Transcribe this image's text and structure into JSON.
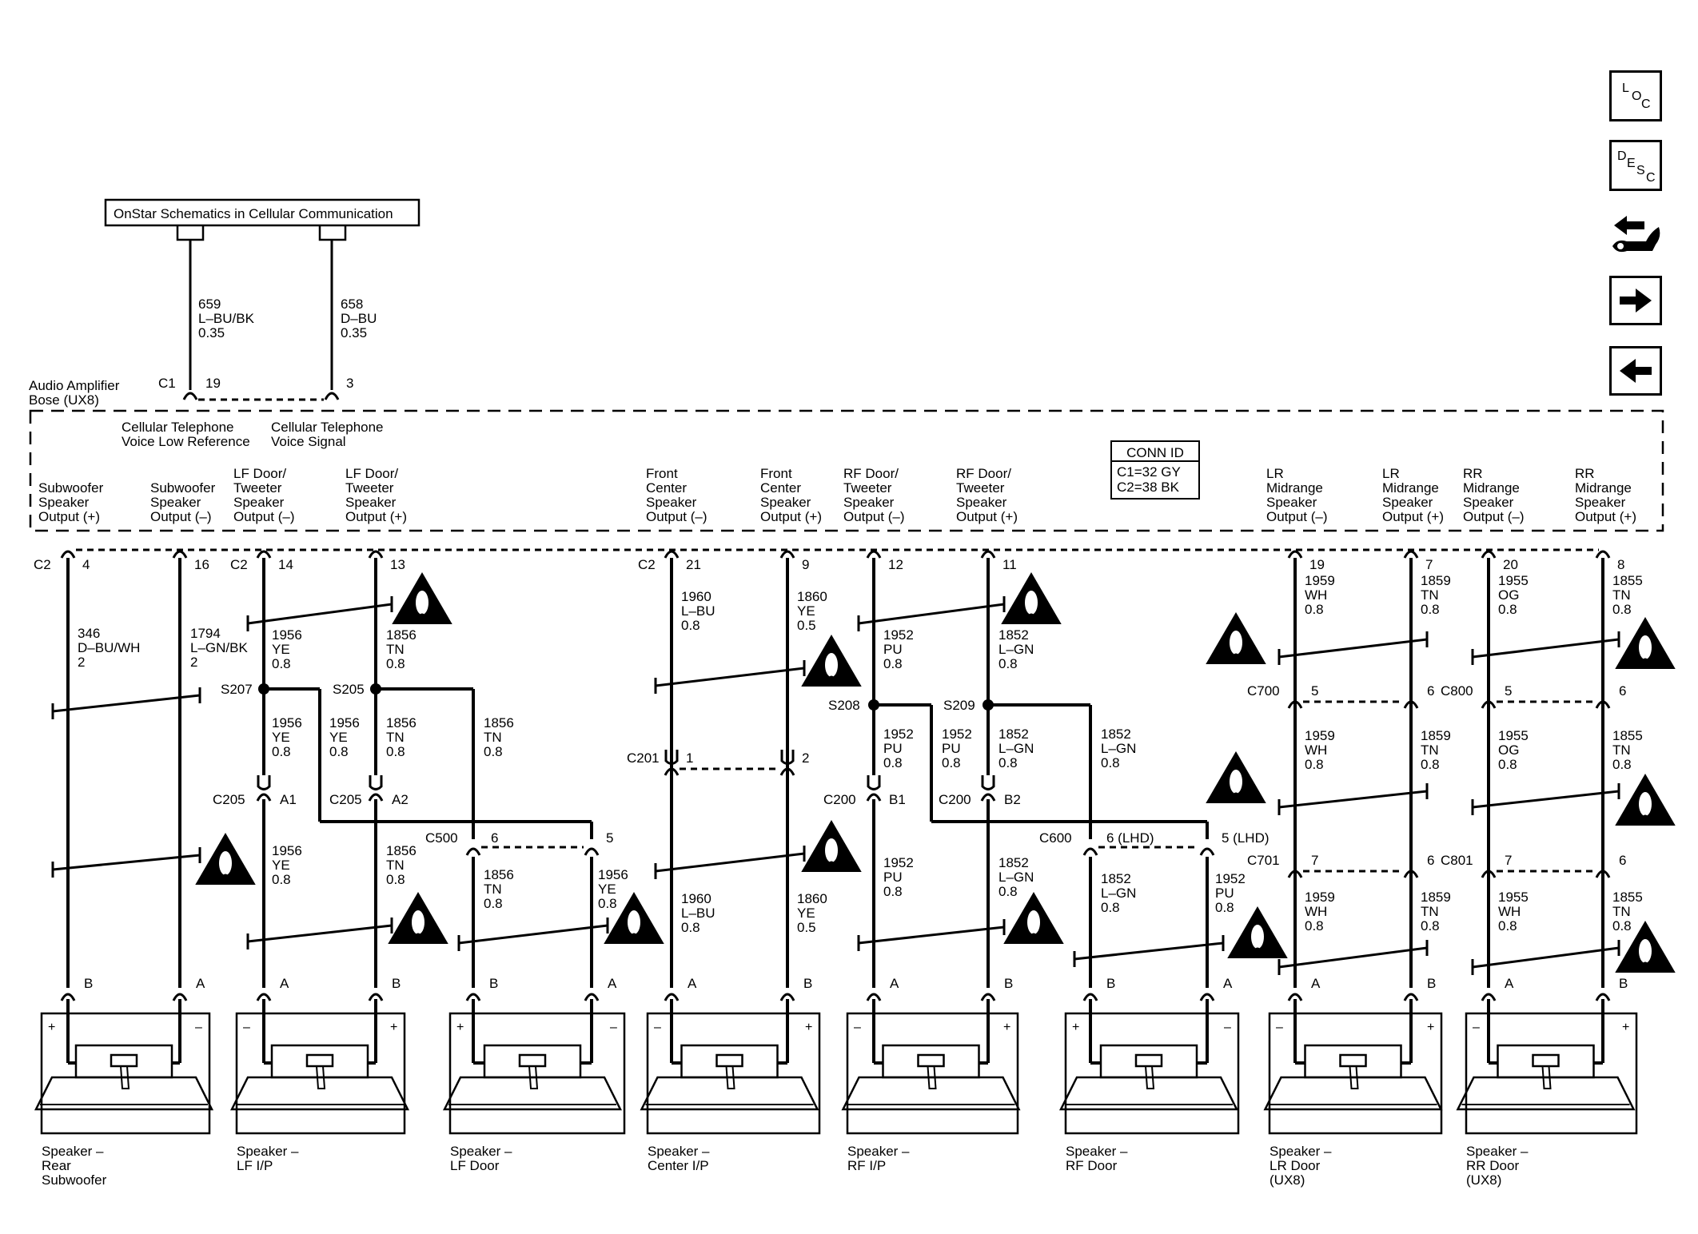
{
  "onstar_box": "OnStar Schematics in Cellular Communication",
  "amp": {
    "label_lines": [
      "Audio Amplifier",
      "Bose (UX8)"
    ],
    "c1": "C1",
    "c2": "C2",
    "conn_id": {
      "title": "CONN ID",
      "lines": [
        "C1=32 GY",
        "C2=38 BK"
      ]
    }
  },
  "top_circuits": [
    {
      "pin": "19",
      "lines": [
        "659",
        "L–BU/BK",
        "0.35"
      ],
      "func": [
        "Cellular Telephone",
        "Voice Low Reference"
      ]
    },
    {
      "pin": "3",
      "lines": [
        "658",
        "D–BU",
        "0.35"
      ],
      "func": [
        "Cellular Telephone",
        "Voice Signal"
      ]
    }
  ],
  "outputs": [
    {
      "label": [
        "Subwoofer",
        "Speaker",
        "Output (+)"
      ],
      "pin": "4"
    },
    {
      "label": [
        "Subwoofer",
        "Speaker",
        "Output (–)"
      ],
      "pin": "16"
    },
    {
      "label": [
        "LF Door/",
        "Tweeter",
        "Speaker",
        "Output (–)"
      ],
      "pin": "14"
    },
    {
      "label": [
        "LF Door/",
        "Tweeter",
        "Speaker",
        "Output (+)"
      ],
      "pin": "13"
    },
    {
      "label": [
        "Front",
        "Center",
        "Speaker",
        "Output (–)"
      ],
      "pin": "21"
    },
    {
      "label": [
        "Front",
        "Center",
        "Speaker",
        "Output (+)"
      ],
      "pin": "9"
    },
    {
      "label": [
        "RF Door/",
        "Tweeter",
        "Speaker",
        "Output (–)"
      ],
      "pin": "12"
    },
    {
      "label": [
        "RF Door/",
        "Tweeter",
        "Speaker",
        "Output (+)"
      ],
      "pin": "11"
    },
    {
      "label": [
        "LR",
        "Midrange",
        "Speaker",
        "Output (–)"
      ],
      "pin": "19"
    },
    {
      "label": [
        "LR",
        "Midrange",
        "Speaker",
        "Output (+)"
      ],
      "pin": "7"
    },
    {
      "label": [
        "RR",
        "Midrange",
        "Speaker",
        "Output (–)"
      ],
      "pin": "20"
    },
    {
      "label": [
        "RR",
        "Midrange",
        "Speaker",
        "Output (+)"
      ],
      "pin": "8"
    }
  ],
  "wire_labels": {
    "w346": [
      "346",
      "D–BU/WH",
      "2"
    ],
    "w1794": [
      "1794",
      "L–GN/BK",
      "2"
    ],
    "w1956": [
      "1956",
      "YE",
      "0.8"
    ],
    "w1856": [
      "1856",
      "TN",
      "0.8"
    ],
    "w1960": [
      "1960",
      "L–BU",
      "0.8"
    ],
    "w1860": [
      "1860",
      "YE",
      "0.5"
    ],
    "w1952": [
      "1952",
      "PU",
      "0.8"
    ],
    "w1852": [
      "1852",
      "L–GN",
      "0.8"
    ],
    "w1959": [
      "1959",
      "WH",
      "0.8"
    ],
    "w1859": [
      "1859",
      "TN",
      "0.8"
    ],
    "w1955og": [
      "1955",
      "OG",
      "0.8"
    ],
    "w1955wh": [
      "1955",
      "WH",
      "0.8"
    ],
    "w1855": [
      "1855",
      "TN",
      "0.8"
    ]
  },
  "splices": [
    "S207",
    "S205",
    "S208",
    "S209"
  ],
  "connectors": {
    "C205": "C205",
    "A1": "A1",
    "A2": "A2",
    "C500": "C500",
    "c500_p1": "6",
    "c500_p2": "5",
    "C201": "C201",
    "c201_p1": "1",
    "c201_p2": "2",
    "C200": "C200",
    "B1": "B1",
    "B2": "B2",
    "C600": "C600",
    "c600_p1": "6 (LHD)",
    "c600_p2": "5 (LHD)",
    "C700": "C700",
    "c700_p1": "5",
    "c700_p2": "6",
    "C701": "C701",
    "c701_p1": "7",
    "c701_p2": "6",
    "C800": "C800",
    "c800_p1": "5",
    "c800_p2": "6",
    "C801": "C801",
    "c801_p1": "7",
    "c801_p2": "6"
  },
  "speakers": [
    {
      "name": [
        "Speaker –",
        "Rear",
        "Subwoofer"
      ],
      "pins": [
        "B",
        "A"
      ],
      "pol": [
        "+",
        "–"
      ]
    },
    {
      "name": [
        "Speaker –",
        "LF I/P"
      ],
      "pins": [
        "A",
        "B"
      ],
      "pol": [
        "–",
        "+"
      ]
    },
    {
      "name": [
        "Speaker –",
        "LF Door"
      ],
      "pins": [
        "B",
        "A"
      ],
      "pol": [
        "+",
        "–"
      ]
    },
    {
      "name": [
        "Speaker –",
        "Center I/P"
      ],
      "pins": [
        "A",
        "B"
      ],
      "pol": [
        "–",
        "+"
      ]
    },
    {
      "name": [
        "Speaker –",
        "RF I/P"
      ],
      "pins": [
        "A",
        "B"
      ],
      "pol": [
        "–",
        "+"
      ]
    },
    {
      "name": [
        "Speaker –",
        "RF Door"
      ],
      "pins": [
        "B",
        "A"
      ],
      "pol": [
        "+",
        "–"
      ]
    },
    {
      "name": [
        "Speaker –",
        "LR Door",
        "(UX8)"
      ],
      "pins": [
        "A",
        "B"
      ],
      "pol": [
        "–",
        "+"
      ]
    },
    {
      "name": [
        "Speaker –",
        "RR Door",
        "(UX8)"
      ],
      "pins": [
        "A",
        "B"
      ],
      "pol": [
        "–",
        "+"
      ]
    }
  ],
  "nav": {
    "loc": [
      "L",
      "O",
      "C"
    ],
    "desc": [
      "D",
      "E",
      "S",
      "C"
    ],
    "icons": [
      "component-views-icon",
      "next-page-arrow-icon",
      "previous-page-arrow-icon"
    ]
  }
}
